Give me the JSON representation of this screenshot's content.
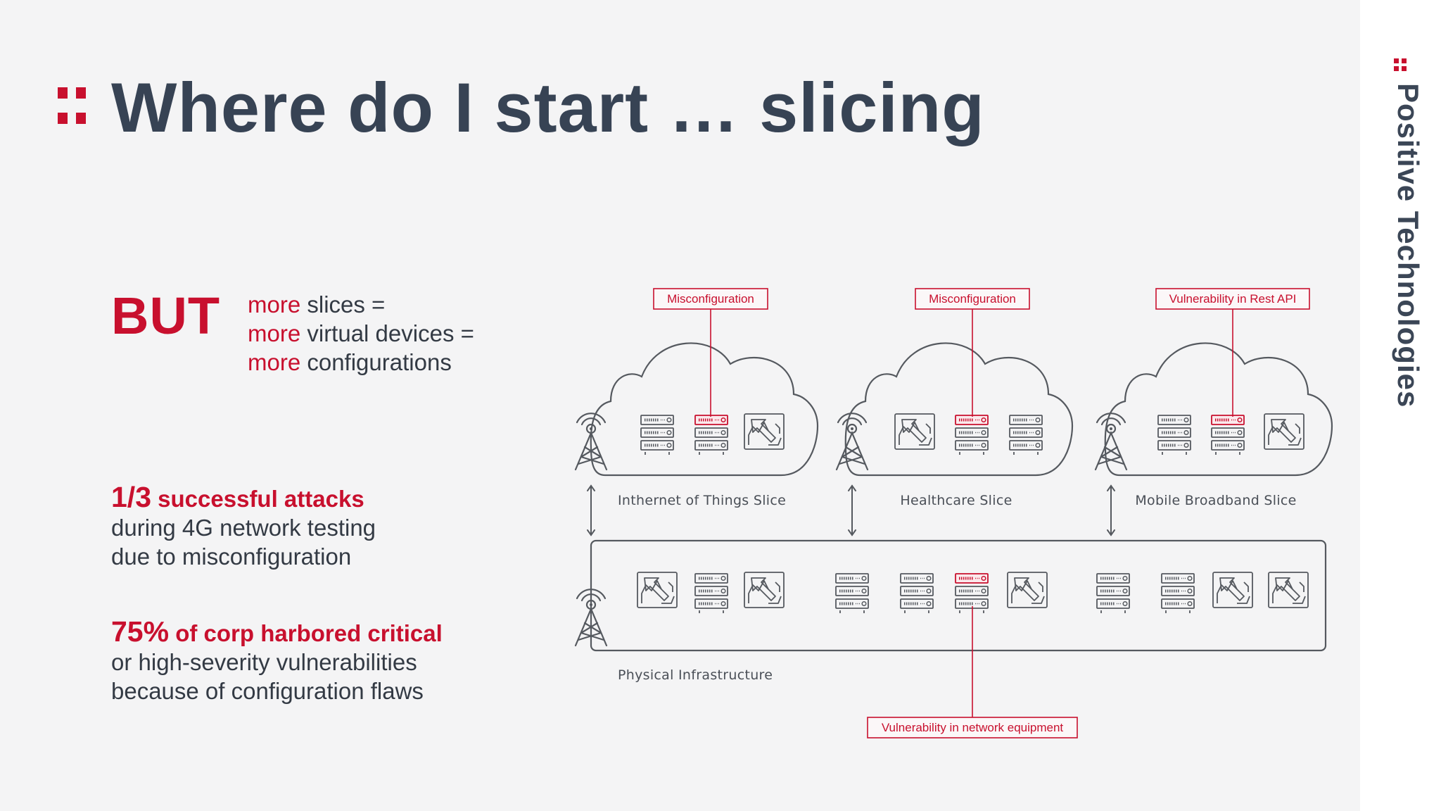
{
  "slide": {
    "title": "Where do I start … slicing",
    "brand": "Positive Technologies",
    "accent_color": "#c8102e",
    "title_color": "#374354"
  },
  "but_block": {
    "label": "BUT",
    "lines": [
      {
        "accent": "more",
        "rest": " slices ="
      },
      {
        "accent": "more",
        "rest": " virtual devices ="
      },
      {
        "accent": "more",
        "rest": " configurations"
      }
    ]
  },
  "stats": [
    {
      "value": "1/3",
      "headline": " successful attacks",
      "line1": "during 4G network testing",
      "line2": "due to misconfiguration"
    },
    {
      "value": "75%",
      "headline": " of corp harbored critical",
      "line1": "or high-severity vulnerabilities",
      "line2": "because of configuration flaws"
    }
  ],
  "diagram": {
    "slices": [
      {
        "name": "Inthernet of Things Slice",
        "callout": "Misconfiguration",
        "devices": [
          "server",
          "server-alert",
          "vm-icon"
        ]
      },
      {
        "name": "Healthcare Slice",
        "callout": "Misconfiguration",
        "devices": [
          "vm-icon",
          "server-alert",
          "server"
        ]
      },
      {
        "name": "Mobile Broadband Slice",
        "callout": "Vulnerability in Rest API",
        "devices": [
          "server",
          "server-alert",
          "vm-icon"
        ]
      }
    ],
    "infrastructure": {
      "label": "Physical Infrastructure",
      "callout": "Vulnerability in network equipment",
      "devices": [
        "vm-icon",
        "server",
        "vm-icon",
        "server",
        "server",
        "server-alert",
        "vm-icon",
        "server",
        "server",
        "vm-icon",
        "vm-icon"
      ]
    }
  }
}
